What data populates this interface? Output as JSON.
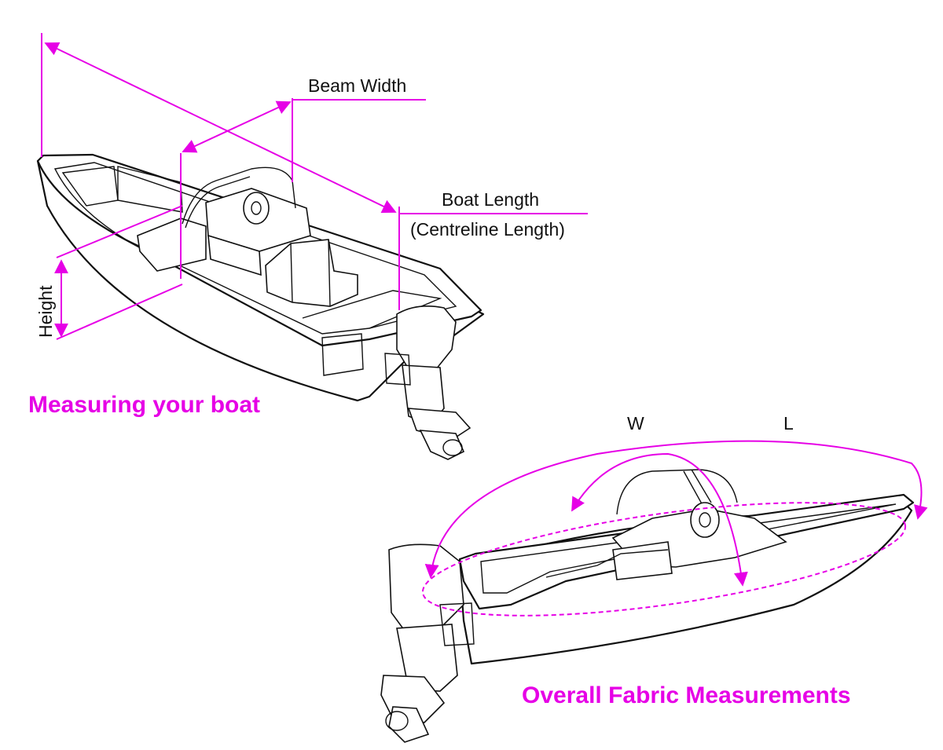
{
  "labels": {
    "beam_width": "Beam Width",
    "boat_length": "Boat Length",
    "centreline_length": "(Centreline Length)",
    "height": "Height",
    "width_short": "W",
    "length_short": "L"
  },
  "captions": {
    "measuring": "Measuring your boat",
    "fabric": "Overall Fabric Measurements"
  },
  "colors": {
    "accent": "#e600e6",
    "line": "#111111"
  }
}
